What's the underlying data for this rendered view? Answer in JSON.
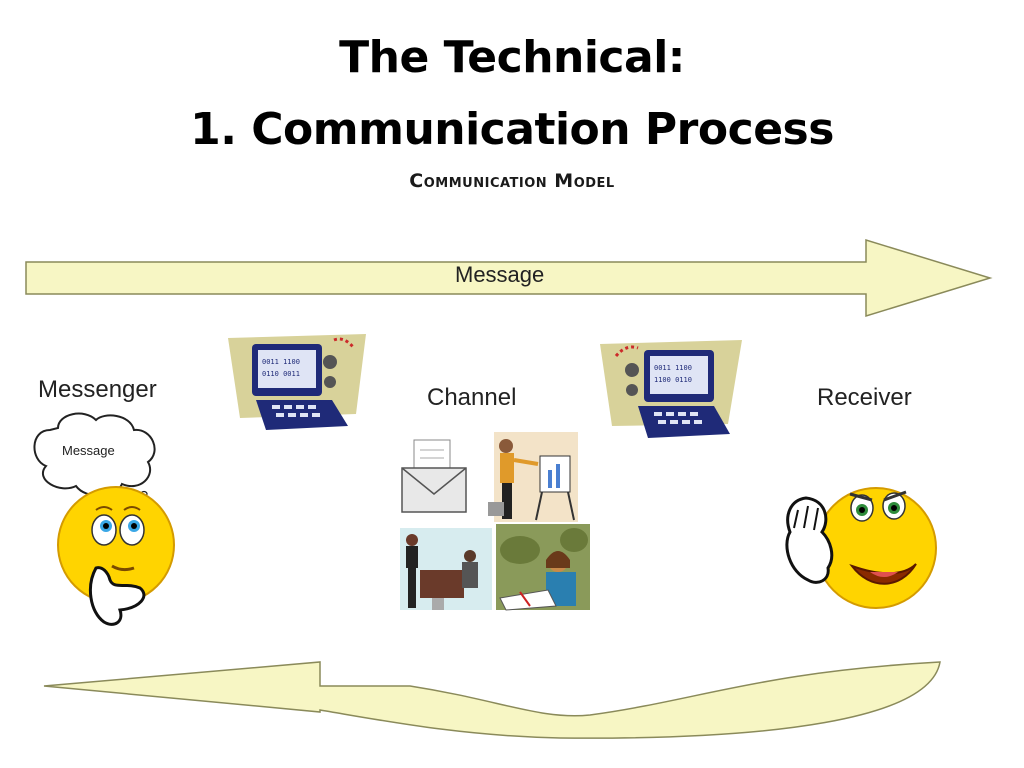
{
  "slide": {
    "title_line1": "The Technical:",
    "title_line2": "1. Communication Process",
    "subtitle": "Communication Model"
  },
  "diagram": {
    "top_arrow_label": "Message",
    "messenger_label": "Messenger",
    "channel_label": "Channel",
    "receiver_label": "Receiver",
    "thought_bubble_text": "Message",
    "computer_left_binary": [
      "0011 1100",
      "0110 0011"
    ],
    "computer_right_binary": [
      "0011 1100",
      "1100 0110"
    ]
  },
  "colors": {
    "arrow_fill": "#f7f6c4",
    "arrow_stroke": "#8a8a5a",
    "smiley_yellow": "#ffd400",
    "computer_bg": "#d8d29a",
    "monitor_blue": "#1f2a78"
  }
}
